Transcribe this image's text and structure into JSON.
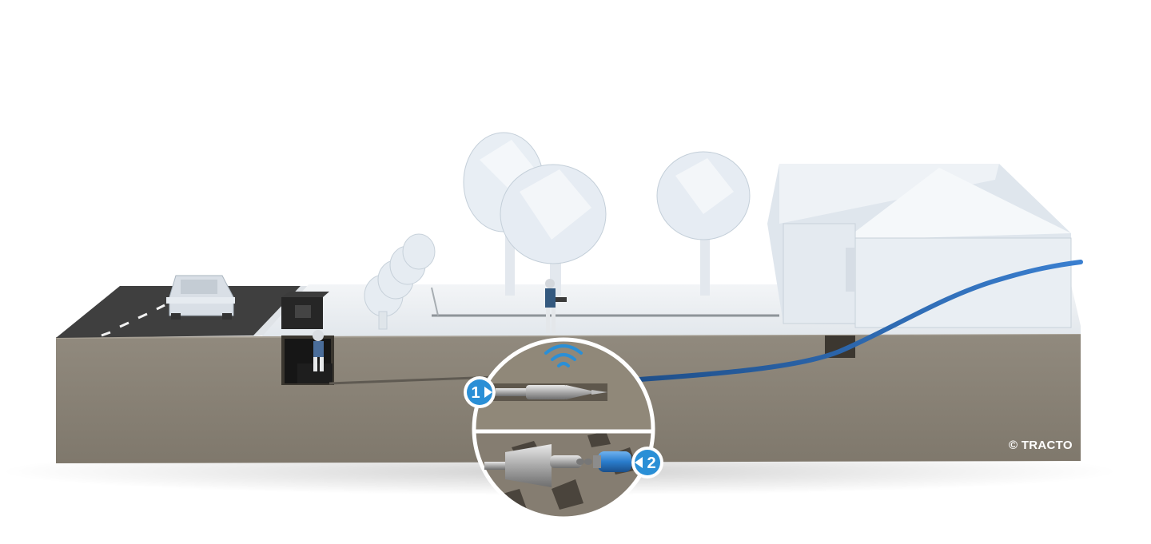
{
  "diagram": {
    "steps": [
      {
        "number": "1",
        "direction": "right"
      },
      {
        "number": "2",
        "direction": "left"
      }
    ],
    "credit": "© TRACTO",
    "colors": {
      "ground": "#8c8477",
      "ground_dark": "#6f685d",
      "road": "#3f3f3f",
      "surface": "#eef1f4",
      "pipe": "#2f6db3",
      "accent": "#2a8fd6",
      "model_white": "#e9eef3"
    },
    "icons": [
      "car-icon",
      "machine-icon",
      "worker-icon",
      "tree-icon",
      "house-icon",
      "signal-icon",
      "drill-head-icon",
      "reamer-icon"
    ]
  }
}
